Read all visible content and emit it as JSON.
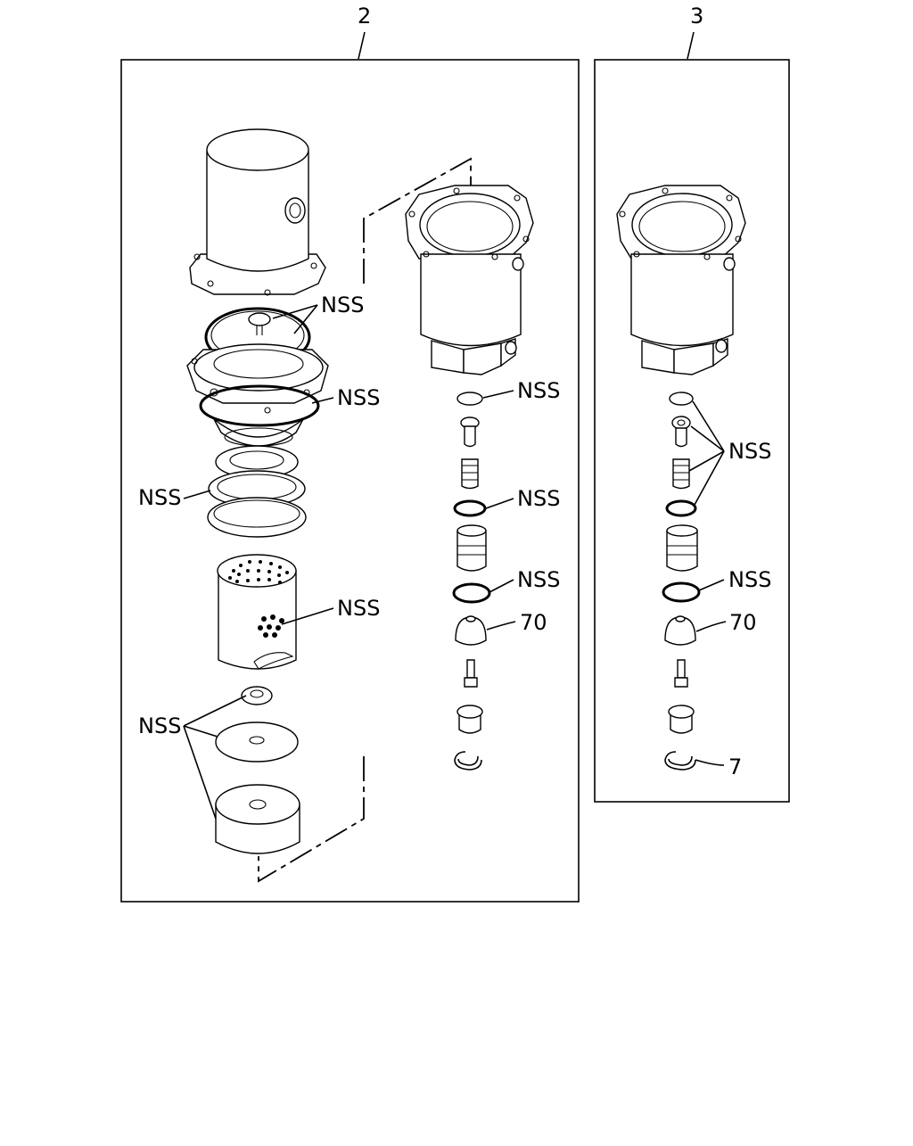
{
  "diagram": {
    "callouts": {
      "group_left": "2",
      "group_right": "3"
    },
    "left_panel": {
      "labels": {
        "nss_cover_plate": "NSS",
        "nss_housing_gasket": "NSS",
        "nss_seal_ring": "NSS",
        "nss_filter_element": "NSS",
        "nss_lower_parts": "NSS",
        "nss_oring_top": "NSS",
        "nss_oring_mid": "NSS",
        "nss_oring_low": "NSS",
        "cap_part_number": "70"
      }
    },
    "right_panel": {
      "labels": {
        "nss_valve_group": "NSS",
        "nss_oring": "NSS",
        "cap_part_number": "70",
        "snap_ring_part_number": "7"
      }
    }
  }
}
